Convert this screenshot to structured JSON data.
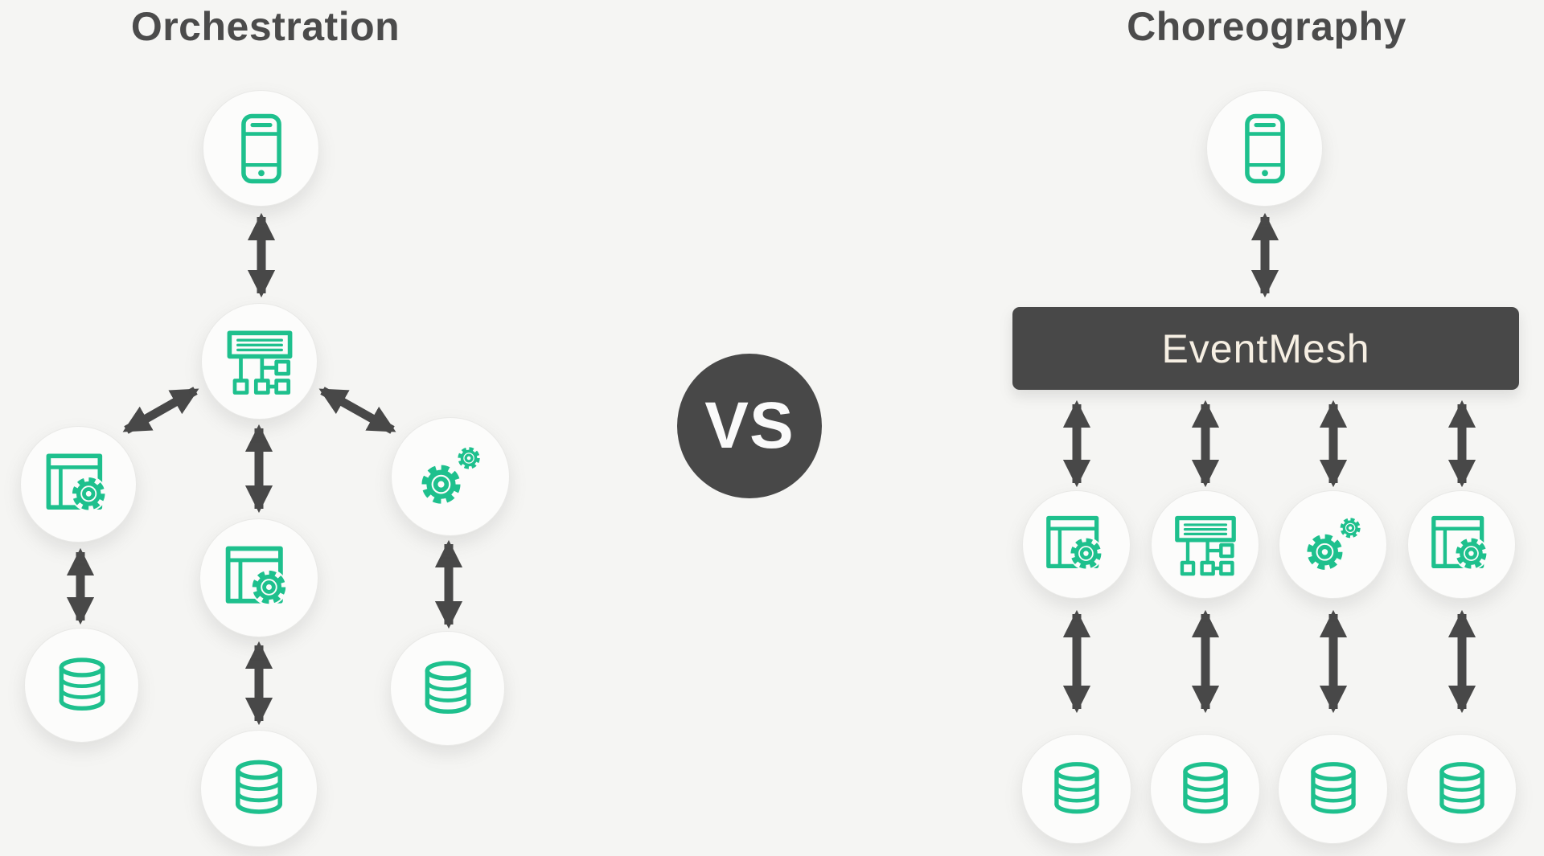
{
  "left_panel": {
    "title": "Orchestration",
    "nodes": [
      {
        "id": "client",
        "icon": "smartphone-icon"
      },
      {
        "id": "orchestrator",
        "icon": "workflow-icon"
      },
      {
        "id": "service-left",
        "icon": "web-service-gear-icon"
      },
      {
        "id": "service-middle",
        "icon": "web-service-gear-icon"
      },
      {
        "id": "service-right",
        "icon": "gears-icon"
      },
      {
        "id": "database-left",
        "icon": "database-icon"
      },
      {
        "id": "database-middle",
        "icon": "database-icon"
      },
      {
        "id": "database-right",
        "icon": "database-icon"
      }
    ],
    "connections": [
      "client<->orchestrator",
      "orchestrator<->service-left",
      "orchestrator<->service-middle",
      "orchestrator<->service-right",
      "service-left<->database-left",
      "service-middle<->database-middle",
      "service-right<->database-right"
    ]
  },
  "comparison": {
    "vs_label": "VS"
  },
  "right_panel": {
    "title": "Choreography",
    "event_mesh": {
      "label": "EventMesh"
    },
    "nodes": [
      {
        "id": "client",
        "icon": "smartphone-icon"
      },
      {
        "id": "service-1",
        "icon": "web-service-gear-icon"
      },
      {
        "id": "service-2",
        "icon": "workflow-icon"
      },
      {
        "id": "service-3",
        "icon": "gears-icon"
      },
      {
        "id": "service-4",
        "icon": "web-service-gear-icon"
      },
      {
        "id": "database-1",
        "icon": "database-icon"
      },
      {
        "id": "database-2",
        "icon": "database-icon"
      },
      {
        "id": "database-3",
        "icon": "database-icon"
      },
      {
        "id": "database-4",
        "icon": "database-icon"
      }
    ],
    "connections": [
      "client<->event-mesh",
      "event-mesh<->service-1",
      "event-mesh<->service-2",
      "event-mesh<->service-3",
      "event-mesh<->service-4",
      "service-1<->database-1",
      "service-2<->database-2",
      "service-3<->database-3",
      "service-4<->database-4"
    ]
  },
  "colors": {
    "icon_green": "#1ec08d",
    "dark": "#484848",
    "background": "#f5f5f3",
    "node_fill": "#fcfcfb",
    "node_border": "#e9e9e7",
    "title_text": "#4b4b4b",
    "eventmesh_text": "#f6efe3",
    "vs_text": "#fafafa"
  }
}
